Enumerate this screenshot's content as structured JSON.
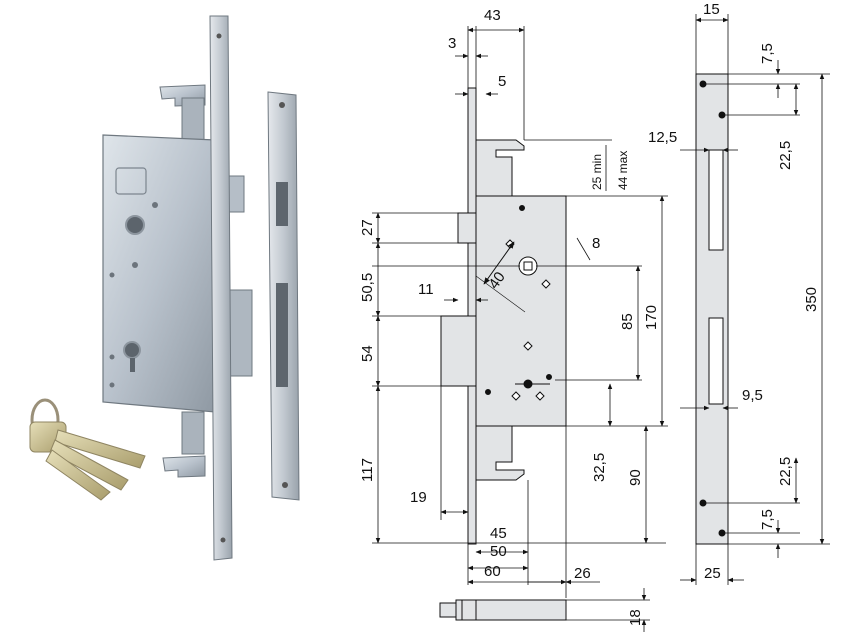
{
  "colors": {
    "metal": "#b9c2cc",
    "metal_light": "#d7dde3",
    "metal_dark": "#7d8791",
    "drawing_fill": "#e2e4e6",
    "line": "#111111",
    "key_brass": "#c8bd8e"
  },
  "front_view": {
    "dims": {
      "width_43": "43",
      "offset_3": "3",
      "offset_5": "5",
      "top_25_min": "25 min",
      "top_44_max": "44 max",
      "bolt_27": "27",
      "spindle_50_5": "50,5",
      "key_54": "54",
      "lower_117": "117",
      "backset_11": "11",
      "diag_40": "40",
      "square_8": "8",
      "follower_85": "85",
      "body_170": "170",
      "lower_32_5": "32,5",
      "lower_90": "90",
      "latch_19": "19",
      "backset_45": "45",
      "backset_50": "50",
      "backset_60": "60",
      "faceplate_26": "26",
      "thickness_18": "18"
    }
  },
  "strike_plate": {
    "dims": {
      "width_15": "15",
      "hole_7_5_top": "7,5",
      "edge_12_5": "12,5",
      "spacing_22_5_top": "22,5",
      "length_350": "350",
      "slot_9_5": "9,5",
      "spacing_22_5_bottom": "22,5",
      "hole_7_5_bottom": "7,5",
      "width_25": "25"
    }
  }
}
